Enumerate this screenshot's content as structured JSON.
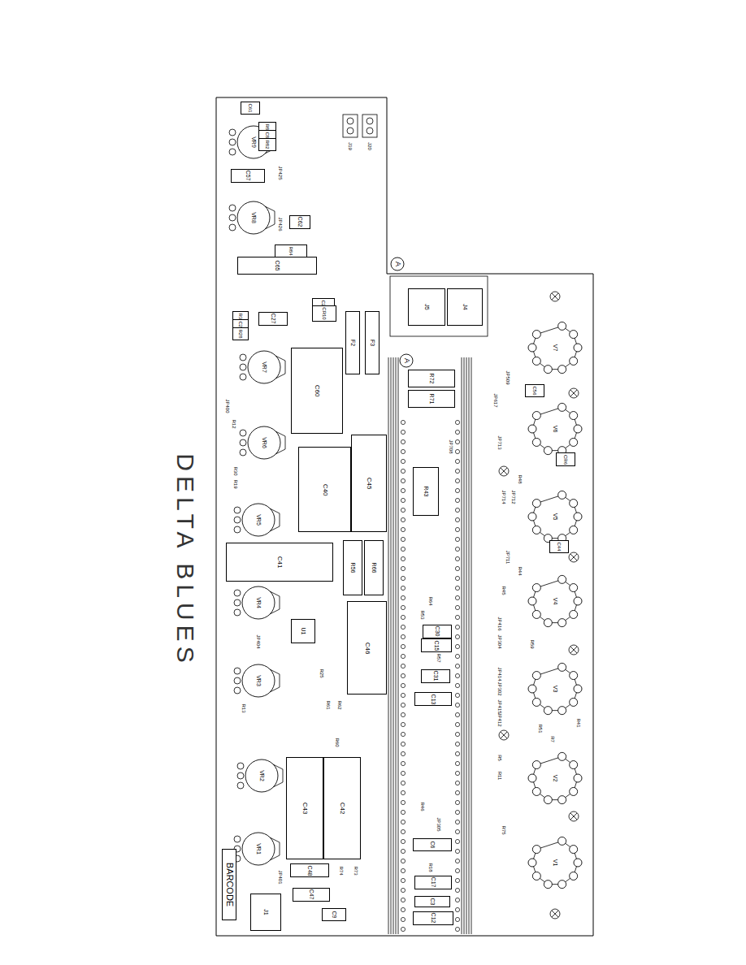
{
  "diagram": {
    "nodes": [
      {
        "text": [
          "R81"
        ]
      },
      {
        "text": [
          "C80"
        ]
      },
      {
        "text": [
          "R82"
        ]
      },
      {
        "text": [
          "C61"
        ]
      },
      {
        "text": [
          "C57"
        ]
      },
      {
        "text": [
          "C62"
        ]
      },
      {
        "text": [
          "R84"
        ]
      },
      {
        "text": [
          "C65"
        ]
      },
      {
        "text": [
          "J5"
        ]
      },
      {
        "text": [
          "J4"
        ]
      },
      {
        "text": [
          "C25"
        ]
      },
      {
        "text": [
          "CR10"
        ]
      },
      {
        "text": [
          "R31"
        ]
      },
      {
        "text": [
          "C24"
        ]
      },
      {
        "text": [
          "R28"
        ]
      },
      {
        "text": [
          "C27"
        ]
      },
      {
        "text": [
          "F2"
        ]
      },
      {
        "text": [
          "F3"
        ]
      },
      {
        "text": [
          "C60"
        ]
      },
      {
        "text": [
          "R72"
        ]
      },
      {
        "text": [
          "R71"
        ]
      },
      {
        "text": [
          "C56"
        ]
      },
      {
        "text": [
          "C40"
        ]
      },
      {
        "text": [
          "C45"
        ]
      },
      {
        "text": [
          "CR6"
        ]
      },
      {
        "text": [
          "R43"
        ]
      },
      {
        "text": [
          "C41"
        ]
      },
      {
        "text": [
          "R56"
        ]
      },
      {
        "text": [
          "R66"
        ]
      },
      {
        "text": [
          "C44"
        ]
      },
      {
        "text": [
          "C46"
        ]
      },
      {
        "text": [
          "U1"
        ]
      },
      {
        "text": [
          "C30"
        ]
      },
      {
        "text": [
          "C15"
        ]
      },
      {
        "text": [
          "C31"
        ]
      },
      {
        "text": [
          "C13"
        ]
      },
      {
        "text": [
          "C43"
        ]
      },
      {
        "text": [
          "C42"
        ]
      },
      {
        "text": [
          "C6"
        ]
      },
      {
        "text": [
          "BARCODE"
        ]
      },
      {
        "text": [
          "C48"
        ]
      },
      {
        "text": [
          "C17"
        ]
      },
      {
        "text": [
          "C47"
        ]
      },
      {
        "text": [
          "C3"
        ]
      },
      {
        "text": [
          "J1"
        ]
      },
      {
        "text": [
          "C9"
        ]
      },
      {
        "text": [
          "C12"
        ]
      }
    ],
    "labels": [
      "DELTA BLUES",
      "VR9",
      "VR8",
      "VR7",
      "VR6",
      "VR5",
      "VR4",
      "VR3",
      "VR2",
      "VR1",
      "V7",
      "V6",
      "V5",
      "V4",
      "V3",
      "V2",
      "V1",
      "A",
      "A",
      "J19",
      "J20",
      "JP425",
      "JP426",
      "JP400",
      "R12",
      "R30",
      "R19",
      "JP404",
      "R13",
      "R25",
      "R61",
      "R62",
      "R60",
      "R74",
      "R73",
      "JP401",
      "JP708",
      "JP713",
      "JP714",
      "JP712",
      "JP711",
      "JP617",
      "JP509",
      "R48",
      "R45",
      "R44",
      "JP416",
      "JP304",
      "R59",
      "JP414",
      "JP302",
      "JP415",
      "JP412",
      "R41",
      "R51",
      "R7",
      "R5",
      "R11",
      "R75",
      "R53",
      "R57",
      "JP305",
      "R46",
      "R18",
      "R64"
    ]
  }
}
